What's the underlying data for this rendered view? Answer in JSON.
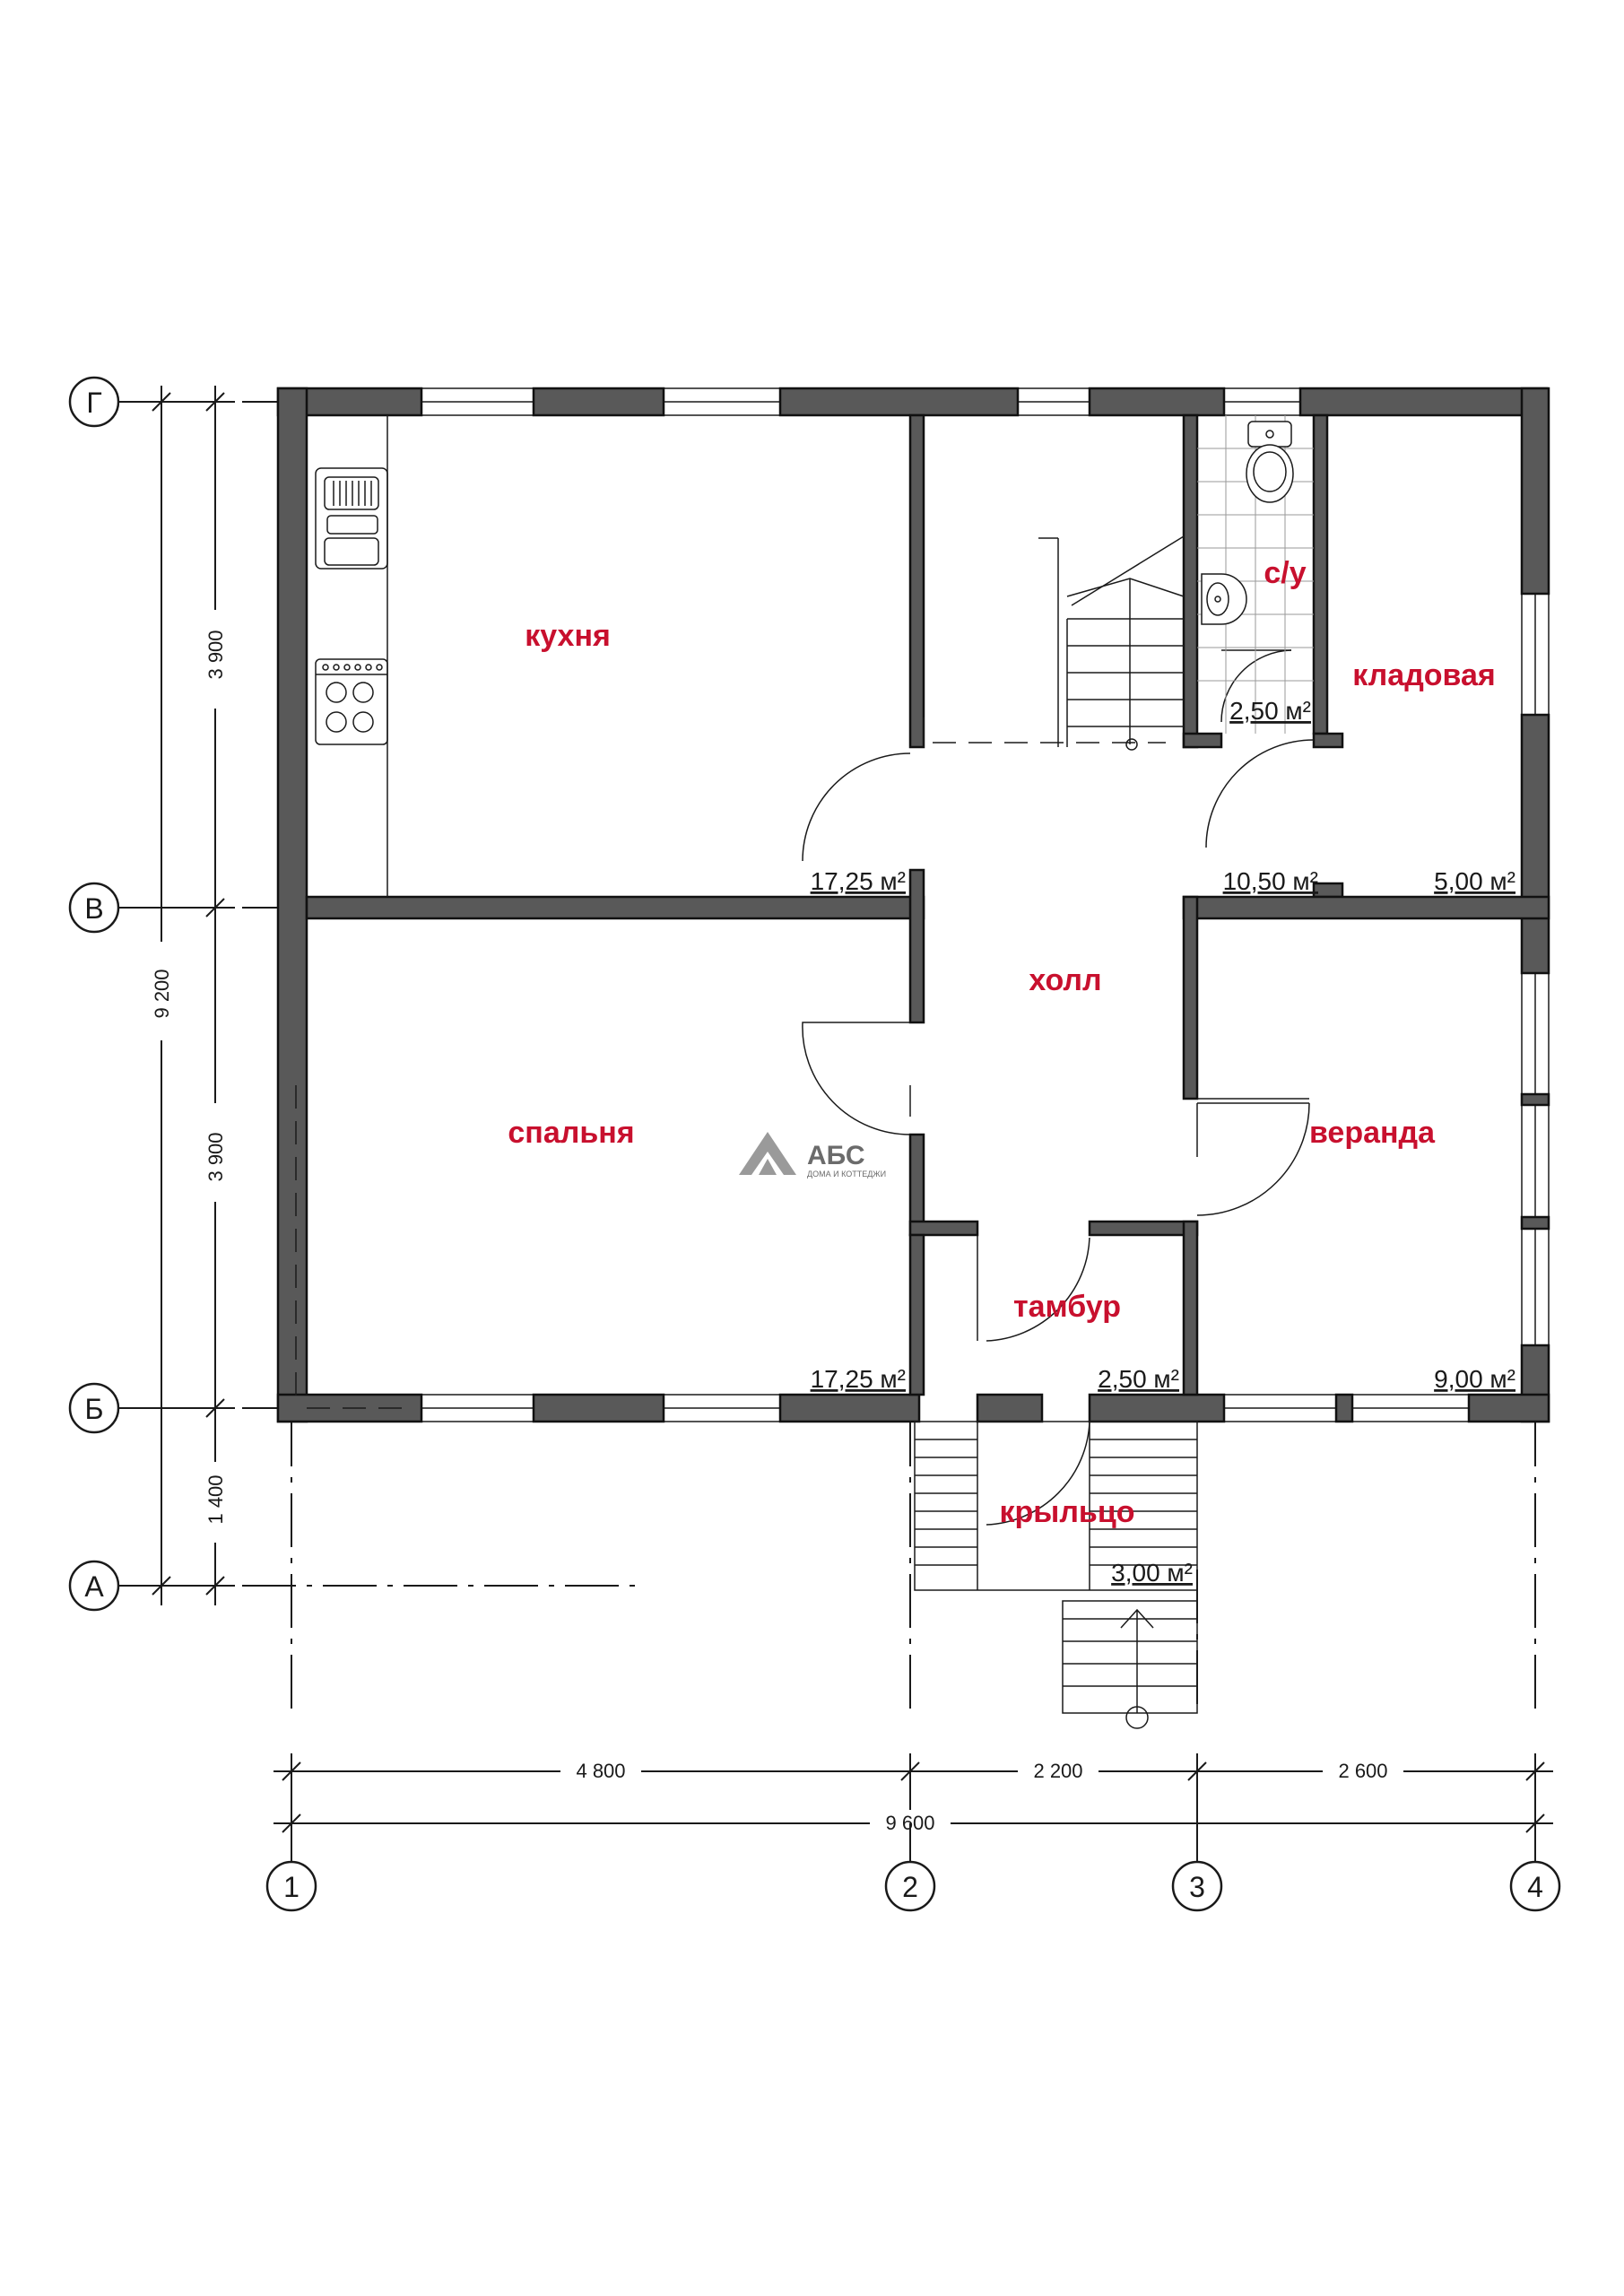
{
  "rooms": {
    "kitchen": {
      "name": "кухня",
      "area": "17,25 м²"
    },
    "bedroom": {
      "name": "спальня",
      "area": "17,25 м²"
    },
    "hall": {
      "name": "холл",
      "area": "10,50 м²"
    },
    "wc": {
      "name": "с/у",
      "area": "2,50 м²"
    },
    "pantry": {
      "name": "кладовая",
      "area": "5,00 м²"
    },
    "veranda": {
      "name": "веранда",
      "area": "9,00 м²"
    },
    "vestibule": {
      "name": "тамбур",
      "area": "2,50 м²"
    },
    "porch": {
      "name": "крыльцо",
      "area": "3,00 м²"
    }
  },
  "axes": {
    "rows": [
      "Г",
      "В",
      "Б",
      "А"
    ],
    "cols": [
      "1",
      "2",
      "3",
      "4"
    ]
  },
  "dimensions": {
    "vertical_total": "9 200",
    "vertical_segments": [
      "3 900",
      "3 900",
      "1 400"
    ],
    "horizontal_segments": [
      "4 800",
      "2 200",
      "2 600"
    ],
    "horizontal_total": "9 600"
  },
  "logo": {
    "brand": "АБС",
    "tagline": "ДОМА И КОТТЕДЖИ"
  },
  "colors": {
    "wall": "#595959",
    "label": "#c8102e",
    "line": "#1a1a1a"
  }
}
